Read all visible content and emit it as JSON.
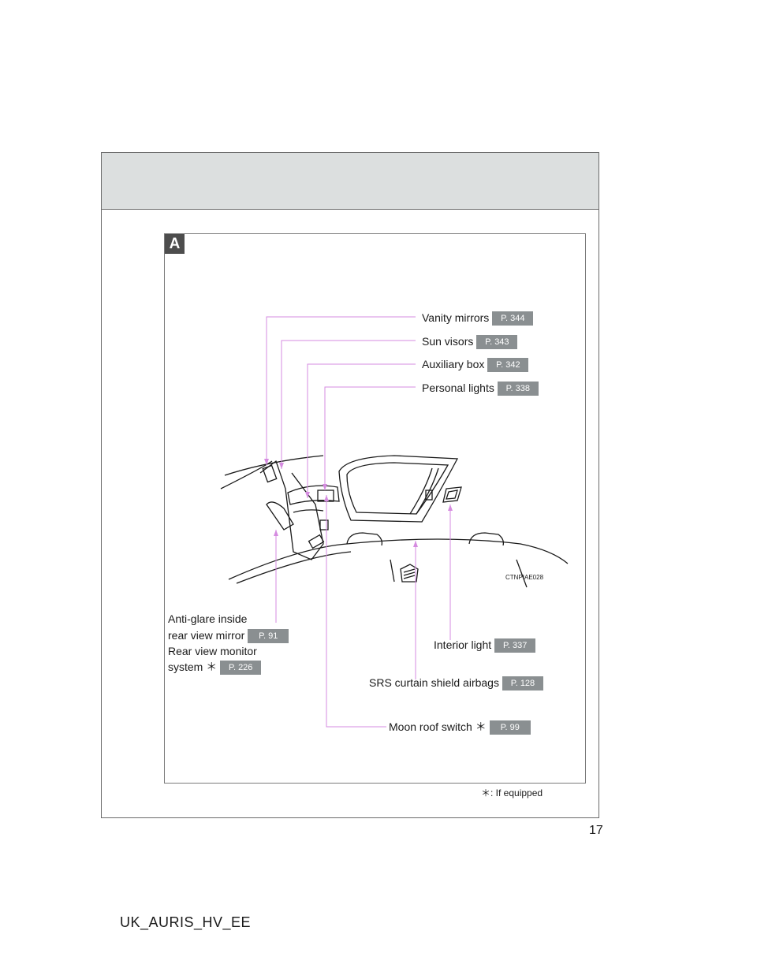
{
  "section_badge": "A",
  "callouts": {
    "vanity_mirrors": {
      "label": "Vanity mirrors",
      "page": "P. 344"
    },
    "sun_visors": {
      "label": "Sun visors",
      "page": "P. 343"
    },
    "auxiliary_box": {
      "label": "Auxiliary box",
      "page": "P. 342"
    },
    "personal_lights": {
      "label": "Personal lights",
      "page": "P. 338"
    },
    "anti_glare_line1": "Anti-glare inside",
    "anti_glare_line2": "rear view mirror",
    "anti_glare_page": "P. 91",
    "rear_monitor_line1": "Rear view monitor",
    "rear_monitor_line2": "system ＊",
    "rear_monitor_page": "P. 226",
    "interior_light": {
      "label": "Interior light",
      "page": "P. 337"
    },
    "srs_curtain": {
      "label": "SRS curtain shield airbags",
      "page": "P. 128"
    },
    "moon_roof": {
      "label": "Moon roof switch ＊",
      "page": "P. 99"
    }
  },
  "figure_code": "CTNPIAE028",
  "footnote": "＊: If equipped",
  "page_number": "17",
  "document_code": "UK_AURIS_HV_EE",
  "colors": {
    "leader_line": "#d58be0",
    "page_badge": "#8a8f91",
    "header_band": "#dcdfdf"
  }
}
